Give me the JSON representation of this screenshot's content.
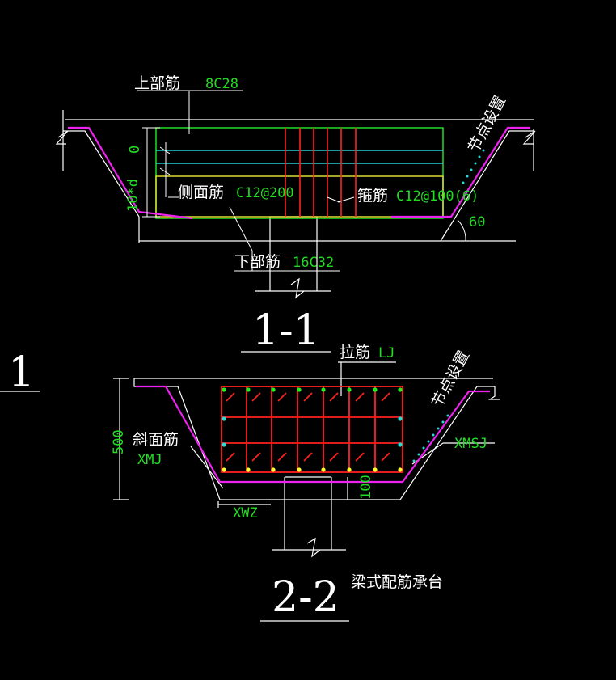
{
  "colors": {
    "background": "#000000",
    "outline": "#ffffff",
    "stirrup": "#ff2020",
    "top_bar": "#22dd22",
    "side_bar": "#22ccdd",
    "bottom_bar": "#dddd33",
    "slope_bar": "#ee22ee",
    "label_code": "#22dd22",
    "label_text": "#ffffff",
    "dot_cyan": "#22dddd",
    "dot_yellow": "#ffff33",
    "dot_green": "#22ee22"
  },
  "labels": {
    "top_bar_name": "上部筋",
    "top_bar_code": "8C28",
    "side_bar_name": "侧面筋",
    "side_bar_code": "C12@200",
    "stirrup_name": "箍筋",
    "stirrup_code": "C12@100(6)",
    "bottom_bar_name": "下部筋",
    "bottom_bar_code": "16C32",
    "node_setting_1": "节点设置",
    "node_setting_2": "节点设置",
    "dim_zero": "0",
    "dim_10d": "10*d",
    "angle_60": "60",
    "section_1_1": "1-1",
    "section_2_2": "2-2",
    "side_marker": "1",
    "tie_bar_name": "拉筋",
    "tie_bar_code": "LJ",
    "slope_bar_name": "斜面筋",
    "slope_bar_code": "XMJ",
    "slope_top_code": "XMSJ",
    "dim_500": "500",
    "dim_100": "100",
    "xwz_code": "XWZ",
    "title": "梁式配筋承台"
  }
}
